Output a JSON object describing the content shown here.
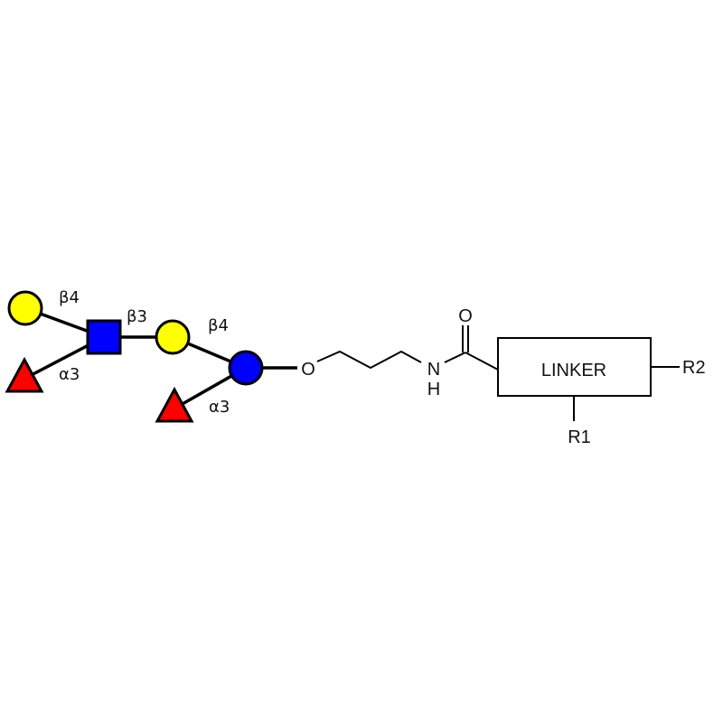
{
  "diagram": {
    "linkages": {
      "gal_to_glcnac": "β4",
      "fuc_to_glcnac": "α3",
      "glcnac_to_gal": "β3",
      "gal_to_glc": "β4",
      "fuc_to_glc": "α3"
    },
    "atoms": {
      "oxygen_ether": "O",
      "oxygen_carbonyl": "O",
      "nitrogen": "N",
      "nitrogen_hydrogen": "H"
    },
    "linker": {
      "label": "LINKER",
      "r1": "R1",
      "r2": "R2"
    },
    "colors": {
      "galactose": "#ffff00",
      "glcnac": "#0000ff",
      "glucose": "#0000ff",
      "fucose": "#ff0000"
    },
    "symbols": {
      "galactose": "yellow-circle",
      "glcnac": "blue-square",
      "glucose": "blue-circle",
      "fucose": "red-triangle"
    }
  }
}
